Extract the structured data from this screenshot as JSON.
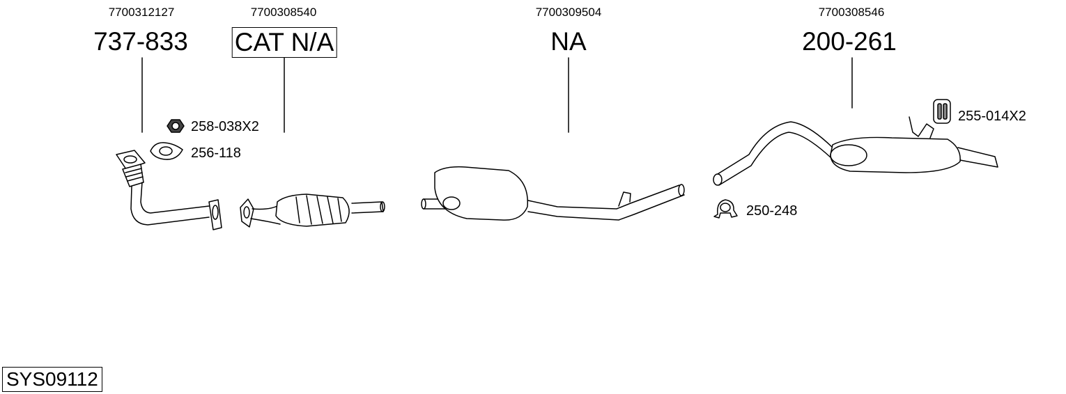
{
  "parts": [
    {
      "oem": "7700312127",
      "ref": "737-833"
    },
    {
      "oem": "7700308540",
      "ref": "CAT N/A"
    },
    {
      "oem": "7700309504",
      "ref": "NA"
    },
    {
      "oem": "7700308546",
      "ref": "200-261"
    }
  ],
  "accessories": [
    {
      "ref": "258-038X2",
      "icon": "nut-icon"
    },
    {
      "ref": "256-118",
      "icon": "gasket-icon"
    },
    {
      "ref": "255-014X2",
      "icon": "rubber-hanger-icon"
    },
    {
      "ref": "250-248",
      "icon": "clamp-icon"
    }
  ],
  "system_code": "SYS09112"
}
